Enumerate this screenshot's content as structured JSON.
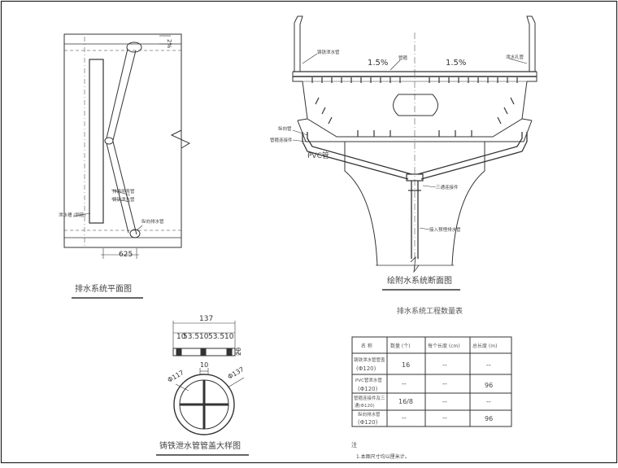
{
  "plan": {
    "dim_625": "625",
    "dim_top_right": "2%",
    "label_pipe_a": "排铸件弯管",
    "label_pipe_b": "铸铁泄水管",
    "label_left": "泄水槽 (钢筋)",
    "label_bottom": "纵向排水管",
    "title": "排水系统平面图"
  },
  "section": {
    "slope_left": "1.5%",
    "slope_right": "1.5%",
    "label_top_left": "铸铁泄水管",
    "label_top_mid": "管箍",
    "label_top_right": "泄水孔管",
    "label_left_a": "纵向管",
    "label_left_b": "管箍连接件",
    "label_pvc": "PVC管",
    "label_tee": "三通连接件",
    "label_down": "接入预埋排水管",
    "title": "绘附水系统断面图"
  },
  "cover": {
    "dim_total": "137",
    "dims_row": [
      "10",
      "53.5",
      "10",
      "53.5",
      "10"
    ],
    "dim_height": "20",
    "dim_small": "10",
    "dim_dia_left": "Φ117",
    "dim_dia_right": "Φ137",
    "title": "铸铁泄水管管盖大样图"
  },
  "table": {
    "title": "排水系统工程数量表",
    "headers": [
      "名 称",
      "数量\n(个)",
      "每个长度\n(cm)",
      "总长度\n(m)"
    ],
    "rows": [
      {
        "name": [
          "铸铁泄水管管盖",
          "(Φ120)"
        ],
        "qty": "16",
        "len": "--",
        "total": "--"
      },
      {
        "name": [
          "PVC管泄水管",
          "(Φ120)"
        ],
        "qty": "--",
        "len": "--",
        "total": "96"
      },
      {
        "name": [
          "管箍连接件及三",
          "通(Φ120)"
        ],
        "qty": "16/8",
        "len": "--",
        "total": "--"
      },
      {
        "name": [
          "纵向排水管",
          "(Φ120)"
        ],
        "qty": "--",
        "len": "--",
        "total": "96"
      }
    ]
  },
  "notes": {
    "heading": "注",
    "line1": "1.本图尺寸均以厘米计。"
  }
}
